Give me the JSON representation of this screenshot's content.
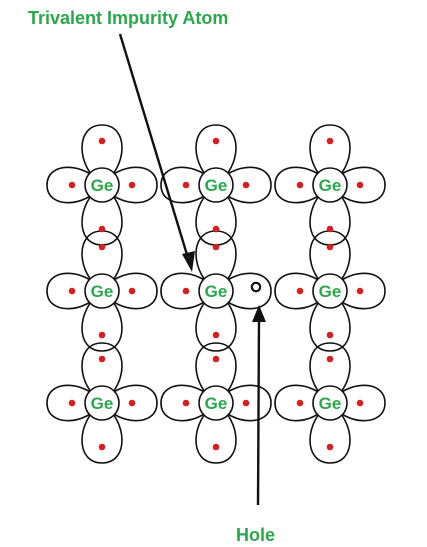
{
  "title": "Trivalent Impurity Atom",
  "hole_label": "Hole",
  "atom_symbol": "Ge",
  "colors": {
    "label_green": "#2aa84a",
    "electron_red": "#d62020",
    "line": "#111111"
  },
  "lattice": {
    "rows": 3,
    "cols": 3,
    "impurity": {
      "row": 1,
      "col": 1
    }
  }
}
